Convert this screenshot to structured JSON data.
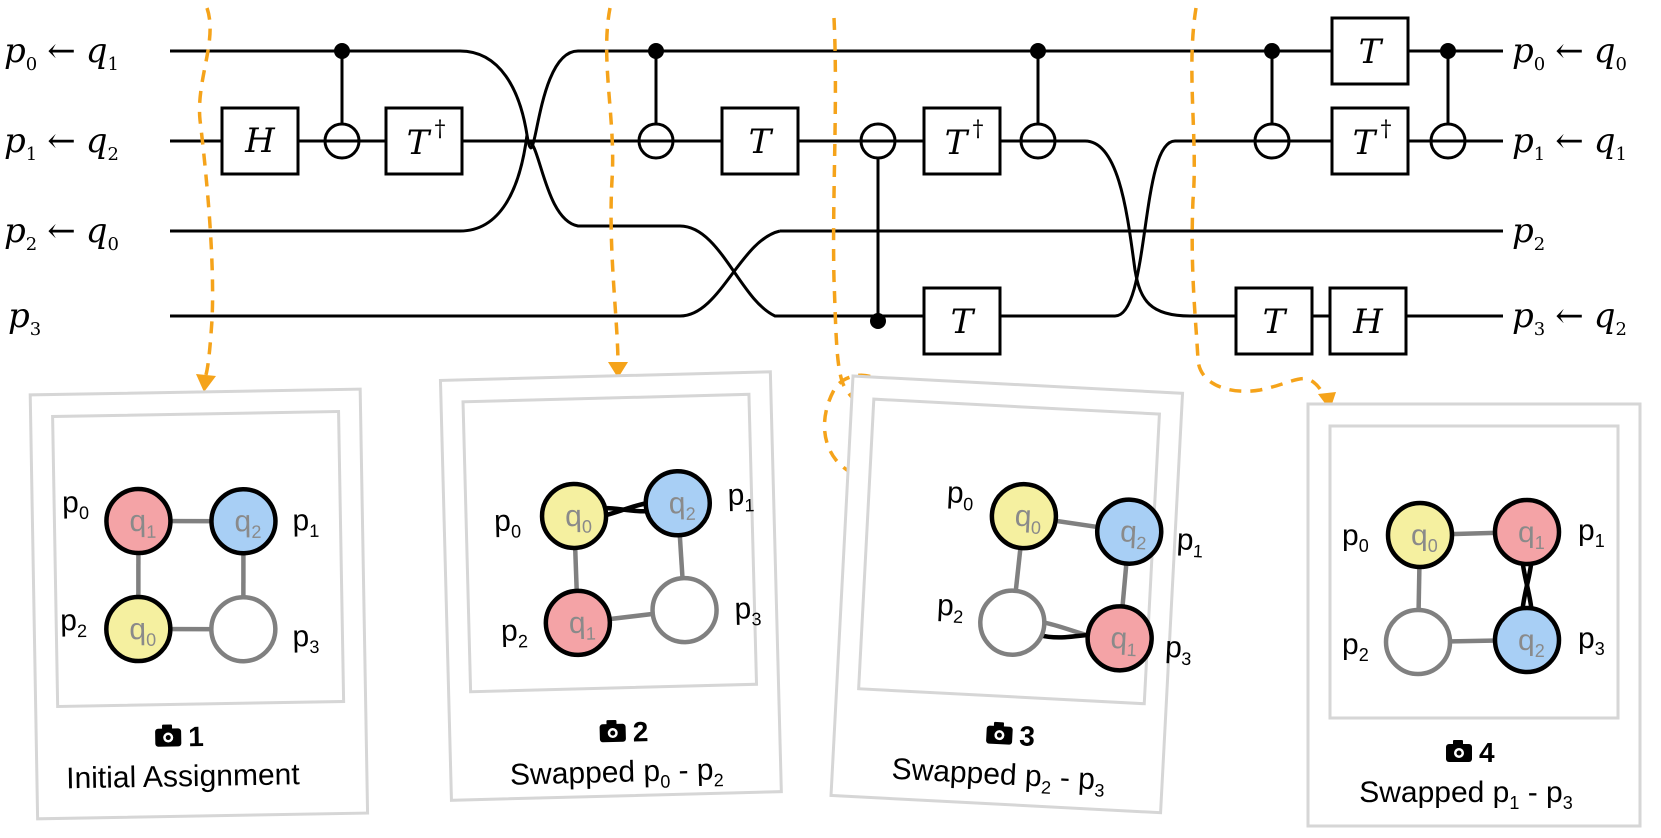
{
  "circuit": {
    "left_labels": [
      {
        "p": "p",
        "pi": "0",
        "q": "q",
        "qi": "1"
      },
      {
        "p": "p",
        "pi": "1",
        "q": "q",
        "qi": "2"
      },
      {
        "p": "p",
        "pi": "2",
        "q": "q",
        "qi": "0"
      },
      {
        "p": "p",
        "pi": "3",
        "q": "",
        "qi": ""
      }
    ],
    "right_labels": [
      {
        "p": "p",
        "pi": "0",
        "q": "q",
        "qi": "0"
      },
      {
        "p": "p",
        "pi": "1",
        "q": "q",
        "qi": "1"
      },
      {
        "p": "p",
        "pi": "2",
        "q": "",
        "qi": ""
      },
      {
        "p": "p",
        "pi": "3",
        "q": "q",
        "qi": "2"
      }
    ],
    "arrow_symbol": "←",
    "gates": {
      "h": "H",
      "t": "T",
      "tdg_base": "T",
      "tdg_sup": "†"
    }
  },
  "snapshots": [
    {
      "number": "1",
      "caption_text": "Initial Assignment",
      "caption_a": "",
      "caption_sep": "",
      "caption_b": "",
      "nodes": [
        {
          "p": "p",
          "pi": "0",
          "q": "q",
          "qi": "1",
          "color": "#F4A3A6"
        },
        {
          "p": "p",
          "pi": "1",
          "q": "q",
          "qi": "2",
          "color": "#A8CFF5"
        },
        {
          "p": "p",
          "pi": "2",
          "q": "q",
          "qi": "0",
          "color": "#F5F0A0"
        },
        {
          "p": "p",
          "pi": "3",
          "q": "",
          "qi": "",
          "color": "#FFFFFF"
        }
      ]
    },
    {
      "number": "2",
      "caption_text": "Swapped p",
      "caption_a": "0",
      "caption_sep": " - p",
      "caption_b": "2",
      "nodes": [
        {
          "p": "p",
          "pi": "0",
          "q": "q",
          "qi": "0",
          "color": "#F5F0A0"
        },
        {
          "p": "p",
          "pi": "1",
          "q": "q",
          "qi": "2",
          "color": "#A8CFF5"
        },
        {
          "p": "p",
          "pi": "2",
          "q": "q",
          "qi": "1",
          "color": "#F4A3A6"
        },
        {
          "p": "p",
          "pi": "3",
          "q": "",
          "qi": "",
          "color": "#FFFFFF"
        }
      ]
    },
    {
      "number": "3",
      "caption_text": "Swapped p",
      "caption_a": "2",
      "caption_sep": " - p",
      "caption_b": "3",
      "nodes": [
        {
          "p": "p",
          "pi": "0",
          "q": "q",
          "qi": "0",
          "color": "#F5F0A0"
        },
        {
          "p": "p",
          "pi": "1",
          "q": "q",
          "qi": "2",
          "color": "#A8CFF5"
        },
        {
          "p": "p",
          "pi": "2",
          "q": "",
          "qi": "",
          "color": "#FFFFFF"
        },
        {
          "p": "p",
          "pi": "3",
          "q": "q",
          "qi": "1",
          "color": "#F4A3A6"
        }
      ]
    },
    {
      "number": "4",
      "caption_text": "Swapped p",
      "caption_a": "1",
      "caption_sep": " - p",
      "caption_b": "3",
      "nodes": [
        {
          "p": "p",
          "pi": "0",
          "q": "q",
          "qi": "0",
          "color": "#F5F0A0"
        },
        {
          "p": "p",
          "pi": "1",
          "q": "q",
          "qi": "1",
          "color": "#F4A3A6"
        },
        {
          "p": "p",
          "pi": "2",
          "q": "",
          "qi": "",
          "color": "#FFFFFF"
        },
        {
          "p": "p",
          "pi": "3",
          "q": "q",
          "qi": "2",
          "color": "#A8CFF5"
        }
      ]
    }
  ],
  "icons": {
    "snapshot": "camera-icon"
  }
}
